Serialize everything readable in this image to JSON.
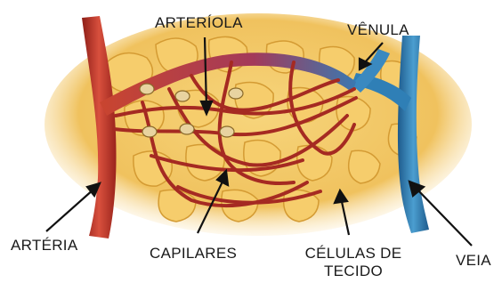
{
  "labels": {
    "arteriola": "ARTERÍOLA",
    "venula": "VÊNULA",
    "arteria": "ARTÉRIA",
    "capilares": "CAPILARES",
    "celulas_line1": "CÉLULAS DE",
    "celulas_line2": "TECIDO",
    "veia": "VEIA"
  },
  "colors": {
    "tissue": "#f2c766",
    "cell_outline": "#d9a53a",
    "artery": "#b8322a",
    "vein": "#2f7fb6",
    "capillary": "#a52a22",
    "arrow": "#111111"
  }
}
